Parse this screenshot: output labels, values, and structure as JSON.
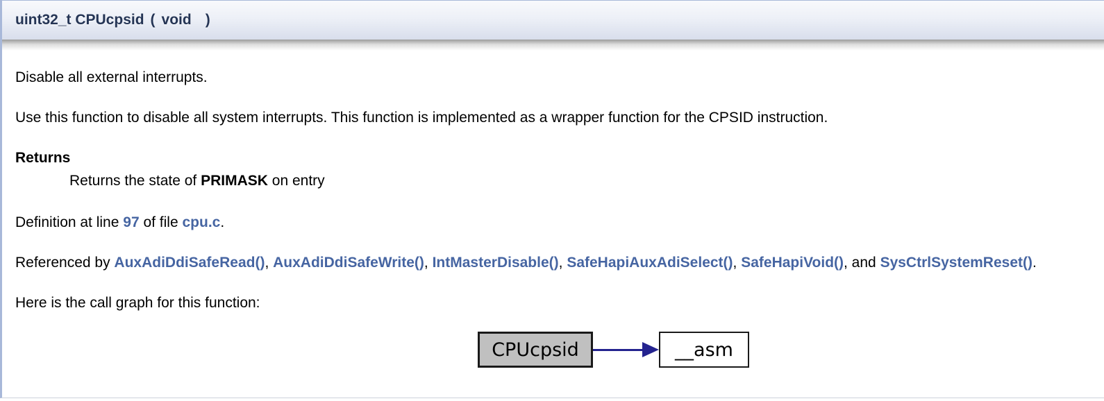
{
  "signature": {
    "return_type_and_name": "uint32_t CPUcpsid",
    "paren_open": "(",
    "param": "void",
    "paren_close": ")"
  },
  "doc": {
    "brief": "Disable all external interrupts.",
    "detail": "Use this function to disable all system interrupts. This function is implemented as a wrapper function for the CPSID instruction.",
    "returns_label": "Returns",
    "returns_prefix": "Returns the state of ",
    "returns_keyword": "PRIMASK",
    "returns_suffix": " on entry",
    "definition_prefix": "Definition at line ",
    "definition_line_link": "97",
    "definition_middle": " of file ",
    "definition_file_link": "cpu.c",
    "definition_suffix": ".",
    "referenced_prefix": "Referenced by ",
    "referenced_links": [
      "AuxAdiDdiSafeRead()",
      "AuxAdiDdiSafeWrite()",
      "IntMasterDisable()",
      "SafeHapiAuxAdiSelect()",
      "SafeHapiVoid()",
      "SysCtrlSystemReset()"
    ],
    "referenced_separator": ", ",
    "referenced_last_separator": ", and ",
    "referenced_suffix": ".",
    "callgraph_caption": "Here is the call graph for this function:"
  },
  "callgraph": {
    "nodes": [
      {
        "label": "CPUcpsid"
      },
      {
        "label": "__asm"
      }
    ]
  },
  "colors": {
    "header_text": "#253555",
    "header_border": "#A8B8D9",
    "link": "#4665A2",
    "edge": "#24238F",
    "current_node_fill": "#C0C0C0"
  }
}
